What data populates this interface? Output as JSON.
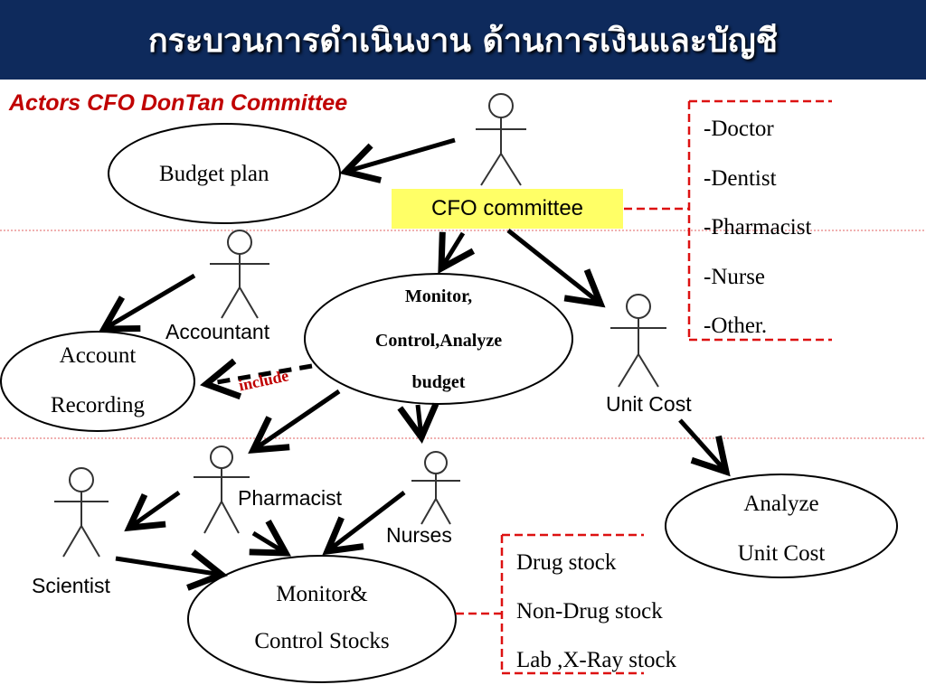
{
  "title": "กระบวนการดำเนินงาน ด้านการเงินและบัญชี",
  "subtitle": "Actors CFO DonTan Committee",
  "actors": {
    "cfo": "CFO committee",
    "accountant": "Accountant",
    "unit_cost": "Unit Cost",
    "pharmacist": "Pharmacist",
    "nurses": "Nurses",
    "scientist": "Scientist"
  },
  "use_cases": {
    "budget_plan": "Budget plan",
    "monitor_line1": "Monitor,",
    "monitor_line2": "Control,Analyze",
    "monitor_line3": "budget",
    "account_line1": "Account",
    "account_line2": "Recording",
    "analyze_line1": "Analyze",
    "analyze_line2": "Unit Cost",
    "stocks_line1": "Monitor&",
    "stocks_line2": "Control Stocks"
  },
  "include_label": "include",
  "committee_members": [
    "-Doctor",
    "-Dentist",
    "-Pharmacist",
    "-Nurse",
    "-Other."
  ],
  "stock_types": [
    "Drug stock",
    "Non-Drug stock",
    "Lab ,X-Ray stock"
  ],
  "colors": {
    "title_bar": "#0e2a5c",
    "accent_red": "#c00000",
    "highlight_yellow": "#ffff66"
  }
}
